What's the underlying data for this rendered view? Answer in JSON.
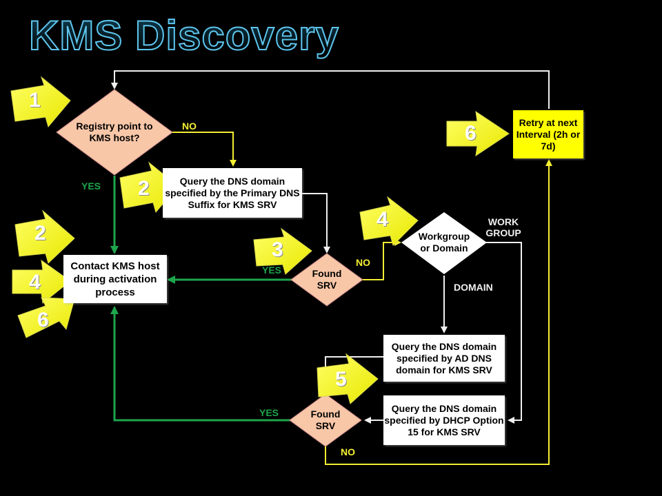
{
  "title": "KMS Discovery",
  "colors": {
    "background": "#000000",
    "title_outline": "#5ec6ee",
    "diamond_fill": "#f8c7a8",
    "arrow_callout": "#ffff33",
    "edge_green": "#1ea64b",
    "edge_yellow": "#f4ef33",
    "edge_white": "#f0f0f0"
  },
  "nodes": {
    "registry_decision": "Registry point to KMS host?",
    "query_primary_dns": "Query the DNS domain specified by the Primary DNS Suffix for KMS SRV",
    "contact_kms": "Contact KMS host during activation process",
    "found_srv_1": "Found SRV",
    "workgroup_decision": "Workgroup or Domain",
    "retry": "Retry at next Interval (2h or 7d)",
    "query_ad_dns": "Query the DNS domain specified by AD DNS domain for KMS SRV",
    "query_dhcp": "Query the DNS domain specified by DHCP Option 15 for KMS SRV",
    "found_srv_2": "Found SRV"
  },
  "edge_labels": {
    "registry_no": "NO",
    "registry_yes": "YES",
    "found1_yes": "YES",
    "found1_no": "NO",
    "workgroup": "WORK GROUP",
    "domain": "DOMAIN",
    "found2_yes": "YES",
    "found2_no": "NO"
  },
  "callouts": {
    "registry": "1",
    "query_primary": "2",
    "contact_a": "2",
    "found_srv_1": "3",
    "workgroup": "4",
    "contact_b": "4",
    "query_ad": "5",
    "contact_c": "6",
    "retry": "6"
  }
}
